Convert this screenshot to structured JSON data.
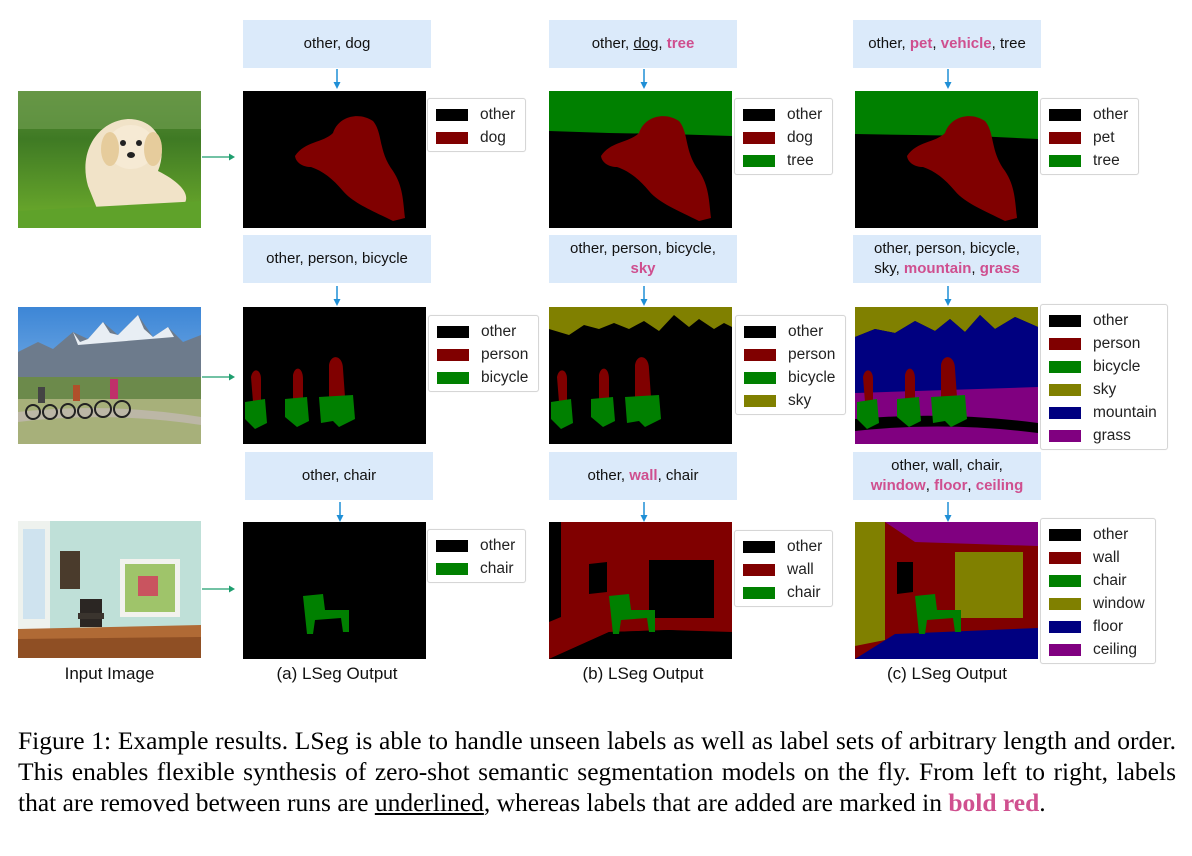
{
  "colors": {
    "other": "#000000",
    "dog": "#800000",
    "pet": "#800000",
    "person": "#800000",
    "wall": "#800000",
    "tree": "#008000",
    "bicycle": "#008000",
    "chair": "#008000",
    "sky": "#808000",
    "window": "#808000",
    "mountain": "#000080",
    "floor": "#000080",
    "grass": "#800080",
    "ceiling": "#800080",
    "added_text": "#cf4f8f",
    "prompt_bg": "#dbeafa",
    "arrow": "#1f8fd6",
    "arrow_right": "#1e9e6e"
  },
  "rows": [
    {
      "input_image": "golden-retriever-puppy-on-grass",
      "prompts": [
        [
          {
            "t": "other, "
          },
          {
            "t": "dog"
          }
        ],
        [
          {
            "t": "other, "
          },
          {
            "t": "dog",
            "style": "removed"
          },
          {
            "t": ", "
          },
          {
            "t": "tree",
            "style": "added"
          }
        ],
        [
          {
            "t": "other, "
          },
          {
            "t": "pet",
            "style": "added"
          },
          {
            "t": ", "
          },
          {
            "t": "vehicle",
            "style": "added"
          },
          {
            "t": ", tree"
          }
        ]
      ],
      "legends": [
        [
          "other",
          "dog"
        ],
        [
          "other",
          "dog",
          "tree"
        ],
        [
          "other",
          "pet",
          "tree"
        ]
      ]
    },
    {
      "input_image": "cyclists-before-mountains",
      "prompts": [
        [
          {
            "t": "other, person, bicycle"
          }
        ],
        [
          {
            "t": "other, person, bicycle,",
            "br": true
          },
          {
            "t": "sky",
            "style": "added"
          }
        ],
        [
          {
            "t": "other, person, bicycle,",
            "br": true
          },
          {
            "t": "sky, "
          },
          {
            "t": "mountain",
            "style": "added"
          },
          {
            "t": ", "
          },
          {
            "t": "grass",
            "style": "added"
          }
        ]
      ],
      "legends": [
        [
          "other",
          "person",
          "bicycle"
        ],
        [
          "other",
          "person",
          "bicycle",
          "sky"
        ],
        [
          "other",
          "person",
          "bicycle",
          "sky",
          "mountain",
          "grass"
        ]
      ]
    },
    {
      "input_image": "empty-room-with-chair",
      "prompts": [
        [
          {
            "t": "other, chair"
          }
        ],
        [
          {
            "t": "other, "
          },
          {
            "t": "wall",
            "style": "added"
          },
          {
            "t": ", chair"
          }
        ],
        [
          {
            "t": "other, wall, chair,",
            "br": true
          },
          {
            "t": "window",
            "style": "added"
          },
          {
            "t": ", "
          },
          {
            "t": "floor",
            "style": "added"
          },
          {
            "t": ", "
          },
          {
            "t": "ceiling",
            "style": "added"
          }
        ]
      ],
      "legends": [
        [
          "other",
          "chair"
        ],
        [
          "other",
          "wall",
          "chair"
        ],
        [
          "other",
          "wall",
          "chair",
          "window",
          "floor",
          "ceiling"
        ]
      ]
    }
  ],
  "column_captions": [
    "Input Image",
    "(a) LSeg Output",
    "(b) LSeg Output",
    "(c) LSeg Output"
  ],
  "caption": {
    "part1": "Figure 1: Example results. LSeg is able to handle unseen labels as well as label sets of arbitrary length and order. This enables flexible synthesis of zero-shot semantic segmentation models on the fly. From left to right, labels that are removed between runs are ",
    "underlined": "underlined",
    "part2": ", whereas labels that are added are marked in ",
    "bold_red": "bold red",
    "part3": "."
  }
}
